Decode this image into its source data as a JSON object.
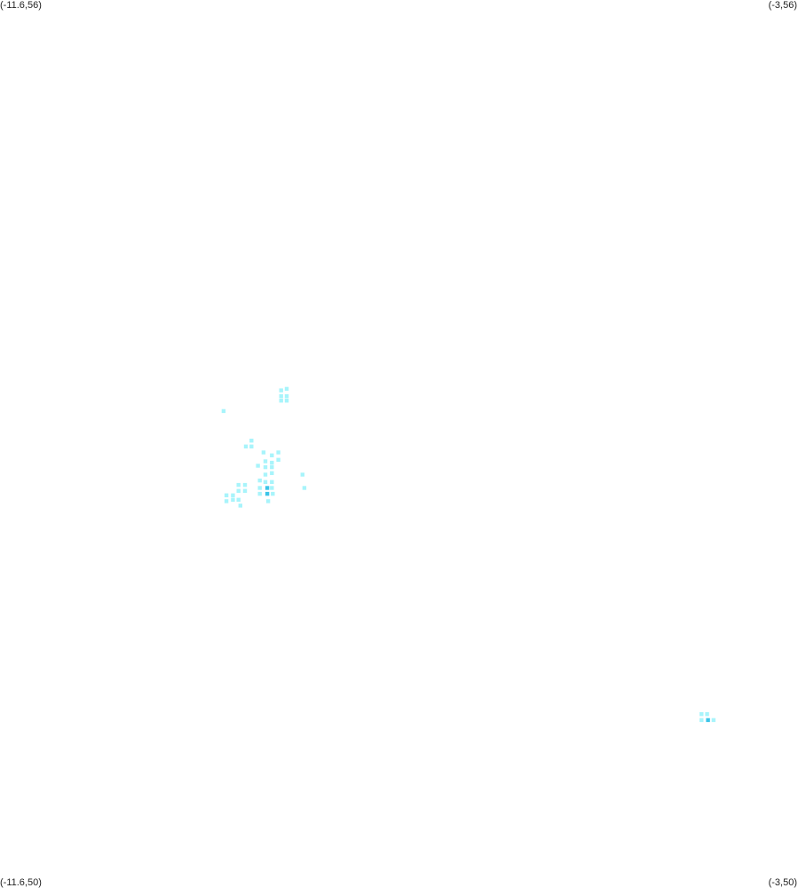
{
  "corners": {
    "top_left": "(-11.6,56)",
    "top_right": "(-3,56)",
    "bottom_left": "(-11.6,50)",
    "bottom_right": "(-3,50)"
  },
  "bounds": {
    "lon_min": -11.6,
    "lon_max": -3,
    "lat_min": 50,
    "lat_max": 56
  },
  "colors": {
    "low": "#a8f4fb",
    "mid": "#7ee6f6",
    "high": "#3cc4e8"
  },
  "cell_size_deg": 0.07,
  "cells": [
    {
      "lon": -8.57,
      "lat": 53.36,
      "v": 1
    },
    {
      "lon": -8.51,
      "lat": 53.37,
      "v": 1
    },
    {
      "lon": -8.57,
      "lat": 53.32,
      "v": 1
    },
    {
      "lon": -8.51,
      "lat": 53.32,
      "v": 1
    },
    {
      "lon": -8.57,
      "lat": 53.29,
      "v": 1
    },
    {
      "lon": -8.51,
      "lat": 53.29,
      "v": 1
    },
    {
      "lon": -9.19,
      "lat": 53.22,
      "v": 1
    },
    {
      "lon": -8.89,
      "lat": 53.02,
      "v": 1
    },
    {
      "lon": -8.95,
      "lat": 52.98,
      "v": 1
    },
    {
      "lon": -8.89,
      "lat": 52.98,
      "v": 1
    },
    {
      "lon": -8.76,
      "lat": 52.94,
      "v": 1
    },
    {
      "lon": -8.67,
      "lat": 52.92,
      "v": 1
    },
    {
      "lon": -8.6,
      "lat": 52.94,
      "v": 1
    },
    {
      "lon": -8.74,
      "lat": 52.88,
      "v": 1
    },
    {
      "lon": -8.67,
      "lat": 52.87,
      "v": 1
    },
    {
      "lon": -8.6,
      "lat": 52.89,
      "v": 1
    },
    {
      "lon": -8.82,
      "lat": 52.85,
      "v": 1
    },
    {
      "lon": -8.74,
      "lat": 52.84,
      "v": 1
    },
    {
      "lon": -8.67,
      "lat": 52.84,
      "v": 1
    },
    {
      "lon": -8.74,
      "lat": 52.79,
      "v": 1
    },
    {
      "lon": -8.67,
      "lat": 52.8,
      "v": 1
    },
    {
      "lon": -8.8,
      "lat": 52.75,
      "v": 1
    },
    {
      "lon": -8.74,
      "lat": 52.74,
      "v": 1
    },
    {
      "lon": -8.67,
      "lat": 52.74,
      "v": 1
    },
    {
      "lon": -8.8,
      "lat": 52.7,
      "v": 1
    },
    {
      "lon": -8.72,
      "lat": 52.7,
      "v": 3
    },
    {
      "lon": -8.67,
      "lat": 52.7,
      "v": 1
    },
    {
      "lon": -8.8,
      "lat": 52.66,
      "v": 1
    },
    {
      "lon": -8.72,
      "lat": 52.66,
      "v": 3
    },
    {
      "lon": -8.66,
      "lat": 52.66,
      "v": 1
    },
    {
      "lon": -8.71,
      "lat": 52.61,
      "v": 1
    },
    {
      "lon": -8.34,
      "lat": 52.79,
      "v": 1
    },
    {
      "lon": -8.32,
      "lat": 52.7,
      "v": 1
    },
    {
      "lon": -9.03,
      "lat": 52.72,
      "v": 1
    },
    {
      "lon": -8.96,
      "lat": 52.72,
      "v": 1
    },
    {
      "lon": -9.03,
      "lat": 52.68,
      "v": 1
    },
    {
      "lon": -8.96,
      "lat": 52.68,
      "v": 1
    },
    {
      "lon": -9.16,
      "lat": 52.65,
      "v": 1
    },
    {
      "lon": -9.09,
      "lat": 52.65,
      "v": 1
    },
    {
      "lon": -9.16,
      "lat": 52.61,
      "v": 1
    },
    {
      "lon": -9.09,
      "lat": 52.62,
      "v": 1
    },
    {
      "lon": -9.03,
      "lat": 52.62,
      "v": 1
    },
    {
      "lon": -9.01,
      "lat": 52.58,
      "v": 1
    },
    {
      "lon": -4.04,
      "lat": 51.17,
      "v": 1
    },
    {
      "lon": -3.98,
      "lat": 51.17,
      "v": 1
    },
    {
      "lon": -4.04,
      "lat": 51.13,
      "v": 1
    },
    {
      "lon": -3.97,
      "lat": 51.13,
      "v": 3
    },
    {
      "lon": -3.91,
      "lat": 51.13,
      "v": 1
    }
  ]
}
